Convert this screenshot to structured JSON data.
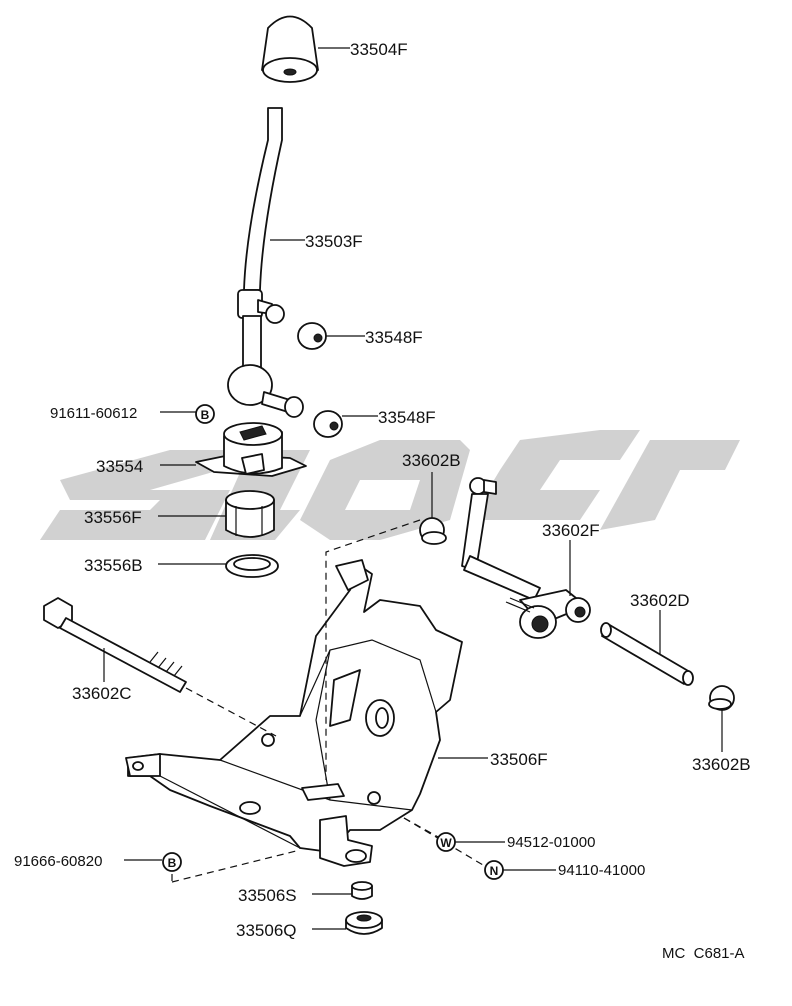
{
  "labels": {
    "shift_knob": "33504F",
    "shift_lever": "33503F",
    "bushing_upper": "33548F",
    "bushing_lower": "33548F",
    "screw": "91611-60612",
    "retainer": "33554",
    "seat": "33556F",
    "ring": "33556B",
    "bushing_right_top": "33602B",
    "select_lever": "33602F",
    "pin": "33602D",
    "bushing_right_bottom": "33602B",
    "bolt": "33602C",
    "housing": "33506F",
    "washer": "94512-01000",
    "nut": "94110-41000",
    "bolt_b": "91666-60820",
    "collar": "33506S",
    "cushion": "33506Q"
  },
  "symbols": {
    "b_upper": "B",
    "b_lower": "B",
    "w": "W",
    "n": "N"
  },
  "catalog_code": "MC  C681-A"
}
